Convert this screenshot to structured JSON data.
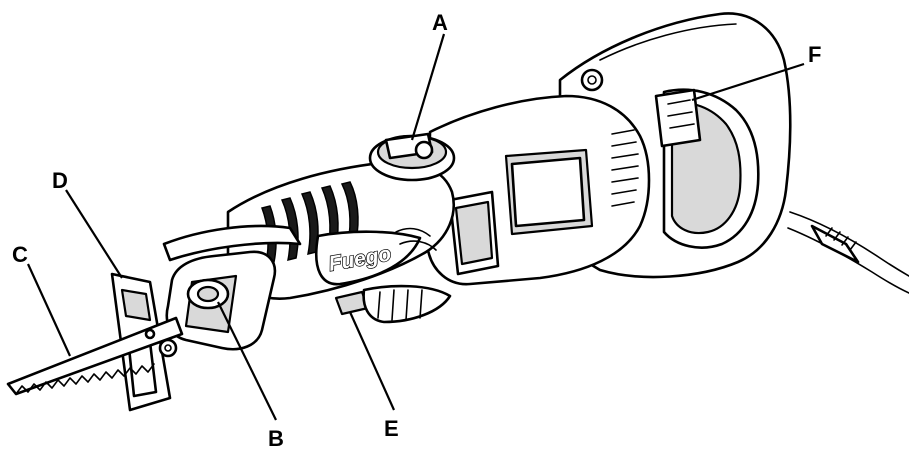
{
  "labels": {
    "a": "A",
    "b": "B",
    "c": "C",
    "d": "D",
    "e": "E",
    "f": "F"
  },
  "brand": "Fuego"
}
